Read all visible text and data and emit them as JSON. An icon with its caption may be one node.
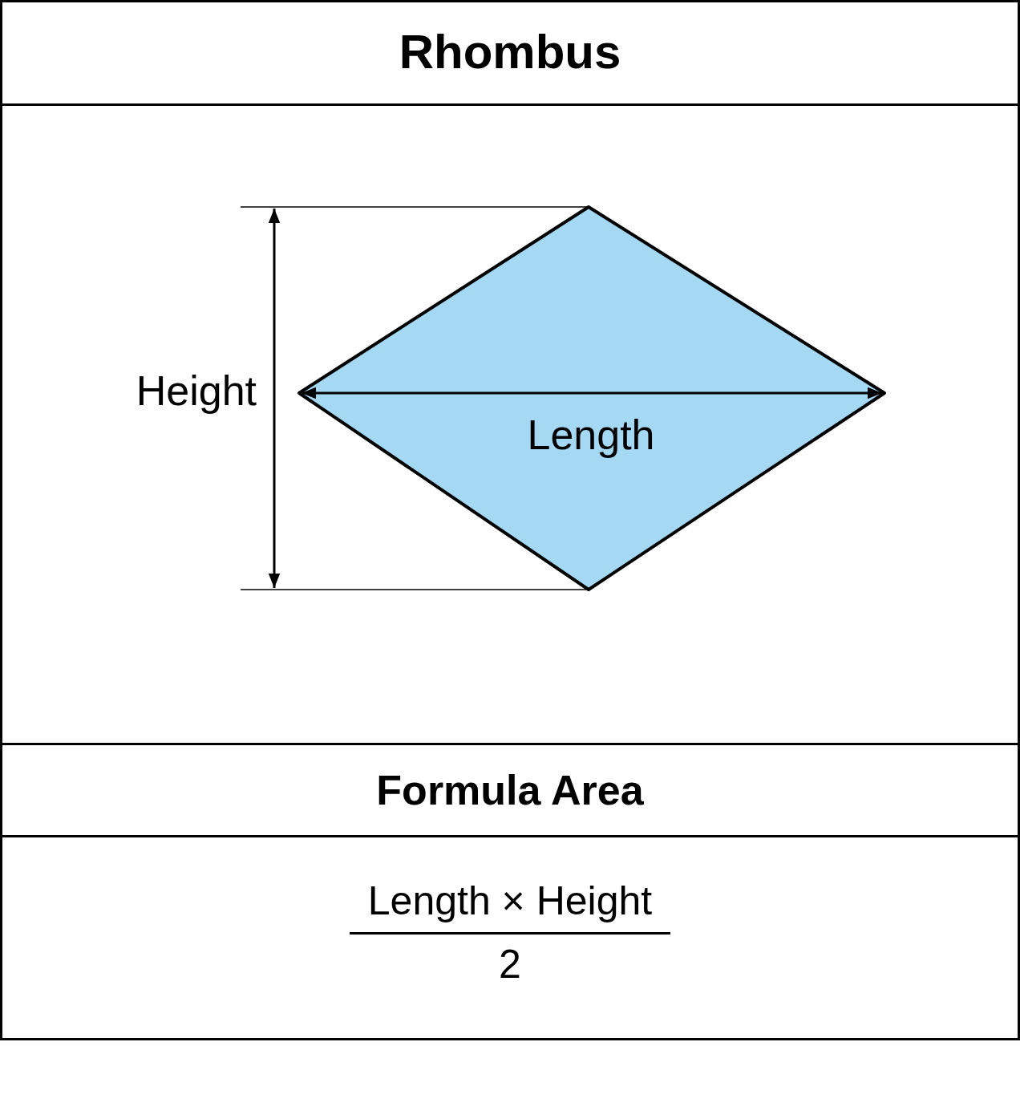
{
  "diagram": {
    "title": "Rhombus",
    "labels": [
      "Height",
      "Length",
      "Formula Area",
      "Length × Height",
      "2"
    ]
  }
}
